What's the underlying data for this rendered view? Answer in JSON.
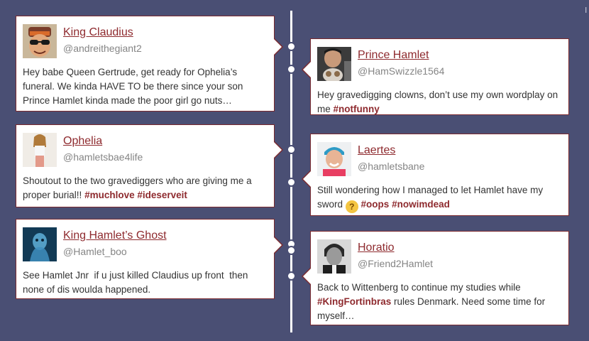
{
  "colors": {
    "background": "#4a4f74",
    "card_border": "#7b2a2f",
    "name_link": "#8e2a2e",
    "hashtag": "#8e2a2e",
    "handle": "#858585",
    "line": "#ffffff"
  },
  "corner_mark": "l",
  "posts": [
    {
      "name": "King Claudius",
      "handle": "@andreithegiant2",
      "text": "Hey babe Queen Gertrude, get ready for Ophelia’s funeral. We kinda HAVE TO be there since your son Prince Hamlet kinda made the poor girl go nuts…",
      "hashtags": [],
      "avatar_icon": "king-claudius-avatar"
    },
    {
      "name": "Prince Hamlet",
      "handle": "@HamSwizzle1564",
      "text": "Hey gravedigging clowns, don’t use my own wordplay on me",
      "hashtags": [
        "#notfunny"
      ],
      "avatar_icon": "prince-hamlet-avatar"
    },
    {
      "name": "Ophelia",
      "handle": "@hamletsbae4life",
      "text": "Shoutout to the two gravediggers who are giving me a proper burial!!",
      "hashtags": [
        "#muchlove",
        "#ideserveit"
      ],
      "avatar_icon": "ophelia-avatar"
    },
    {
      "name": "Laertes",
      "handle": "@hamletsbane",
      "text": "Still wondering how I managed to let Hamlet have my sword",
      "emoji": "thinking-face-emoji",
      "hashtags": [
        "#oops",
        "#nowimdead"
      ],
      "avatar_icon": "laertes-avatar"
    },
    {
      "name": "King Hamlet’s Ghost",
      "handle": "@Hamlet_boo",
      "text": "See Hamlet Jnr  if u just killed Claudius up front  then none of dis woulda happened.",
      "hashtags": [],
      "avatar_icon": "ghost-avatar"
    },
    {
      "name": "Horatio",
      "handle": "@Friend2Hamlet",
      "text_before": "Back to Wittenberg to continue my studies while",
      "hashtag_inline": "#KingFortinbras",
      "text_after": "rules Denmark. Need some time for myself…",
      "avatar_icon": "horatio-avatar"
    }
  ]
}
